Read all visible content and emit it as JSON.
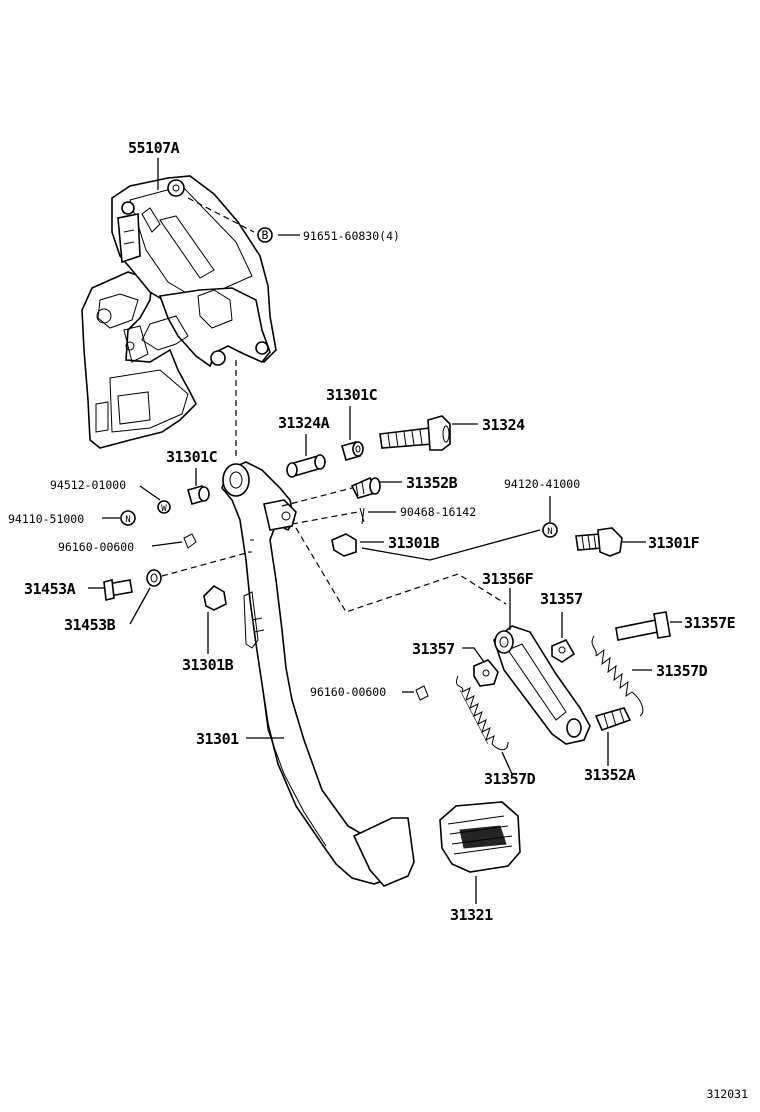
{
  "figure_code": "312031",
  "callouts": [
    {
      "id": "55107A",
      "text": "55107A"
    },
    {
      "id": "91651-60830",
      "text": "91651-60830(4)",
      "symbol": "B"
    },
    {
      "id": "31301C-top",
      "text": "31301C"
    },
    {
      "id": "31324A",
      "text": "31324A"
    },
    {
      "id": "31324",
      "text": "31324"
    },
    {
      "id": "31301C-left",
      "text": "31301C"
    },
    {
      "id": "94512-01000",
      "text": "94512-01000",
      "symbol": "W"
    },
    {
      "id": "94110-51000",
      "text": "94110-51000",
      "symbol": "N"
    },
    {
      "id": "96160-00600-left",
      "text": "96160-00600"
    },
    {
      "id": "31352B",
      "text": "31352B"
    },
    {
      "id": "90468-16142",
      "text": "90468-16142"
    },
    {
      "id": "31301B-center",
      "text": "31301B"
    },
    {
      "id": "94120-41000",
      "text": "94120-41000",
      "symbol": "N"
    },
    {
      "id": "31301F",
      "text": "31301F"
    },
    {
      "id": "31453A",
      "text": "31453A"
    },
    {
      "id": "31453B",
      "text": "31453B"
    },
    {
      "id": "31301B-left",
      "text": "31301B"
    },
    {
      "id": "31356F",
      "text": "31356F"
    },
    {
      "id": "31357-right",
      "text": "31357"
    },
    {
      "id": "31357E",
      "text": "31357E"
    },
    {
      "id": "31357-left",
      "text": "31357"
    },
    {
      "id": "31357D-right",
      "text": "31357D"
    },
    {
      "id": "96160-00600-mid",
      "text": "96160-00600"
    },
    {
      "id": "31301",
      "text": "31301"
    },
    {
      "id": "31357D-bottom",
      "text": "31357D"
    },
    {
      "id": "31352A",
      "text": "31352A"
    },
    {
      "id": "31321",
      "text": "31321"
    }
  ]
}
